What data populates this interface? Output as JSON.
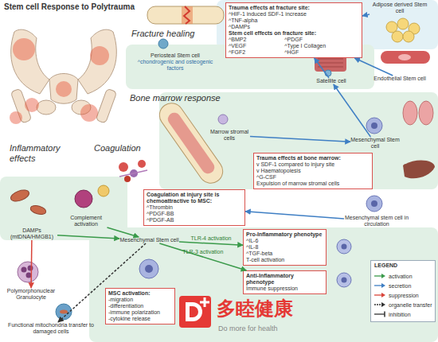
{
  "diagram": {
    "title": "Stem cell Response to Polytrauma",
    "nodes": [
      {
        "text": [
          "Trauma effects at fracture site:",
          "^HIF-1 induced SDF-1 increase",
          "^TNF-alpha",
          "^DAMPs",
          "Stem cell effects on fracture site:",
          "^BMP2",
          "^PDGF",
          "^VEGF",
          "^Type I Collagen",
          "^FGF2",
          "^HGF"
        ]
      },
      {
        "text": [
          "Adipose derived Stem cell"
        ]
      },
      {
        "text": [
          "Endothelial Stem cell"
        ]
      },
      {
        "text": [
          "Satellite cell"
        ]
      },
      {
        "text": [
          "Periosteal Stem cell",
          "^chondrogenic and osteogenic factors"
        ]
      },
      {
        "text": [
          "Marrow stromal cells"
        ]
      },
      {
        "text": [
          "Mesenchymal Stem cell"
        ]
      },
      {
        "text": [
          "Trauma effects at bone marrow:",
          "v SDF-1 compared to injury site",
          "v Haematopoiesis",
          "^G-CSF",
          "Expulsion of marrow stromal cells"
        ]
      },
      {
        "text": [
          "Coagulation at injury site is chemoattractive to MSC:",
          "^Thrombin",
          "^PDGF-BB",
          "^PDGF-AB"
        ]
      },
      {
        "text": [
          "Mesenchymal stem cell in circulation"
        ]
      },
      {
        "text": [
          "DAMPs (mtDNA/HMGB1)"
        ]
      },
      {
        "text": [
          "Complement activation"
        ]
      },
      {
        "text": [
          "Polymorphonuclear Granulocyte"
        ]
      },
      {
        "text": [
          "Mesenchymal Stem cell"
        ]
      },
      {
        "text": [
          "MSC activation:",
          "-migration",
          "-differentiation",
          "-immune polarization",
          "-cytokine release"
        ]
      },
      {
        "text": [
          "Functional mitochondria transfer to damaged cells"
        ]
      },
      {
        "text": [
          "Pro-Inflammatory phenotype",
          "^IL-6",
          "^IL-8",
          "^TGF-beta",
          "T-cell activation"
        ]
      },
      {
        "text": [
          "Anti-Inflammatory phenotype",
          "Immune suppression"
        ]
      }
    ],
    "edges": [
      {
        "from": 1,
        "to": 0,
        "arrow": "to"
      },
      {
        "from": 2,
        "to": 0,
        "arrow": "to"
      },
      {
        "from": 3,
        "to": 0,
        "arrow": "to"
      },
      {
        "from": 6,
        "to": 3,
        "arrow": "to"
      },
      {
        "from": 5,
        "to": 6,
        "arrow": "to"
      },
      {
        "from": 9,
        "to": 8,
        "arrow": "to"
      },
      {
        "from": 10,
        "to": 12,
        "arrow": "to"
      },
      {
        "from": 10,
        "to": 13,
        "arrow": "to"
      },
      {
        "from": 11,
        "to": 13,
        "arrow": "to"
      },
      {
        "from": 13,
        "to": 15,
        "arrow": "to"
      },
      {
        "from": 13,
        "to": 16,
        "label": "TLR-4 activation",
        "arrow": "to"
      },
      {
        "from": 13,
        "to": 17,
        "label": "TLR-3 activation",
        "arrow": "to"
      }
    ],
    "labels": [
      "Fracture healing",
      "Bone marrow response",
      "Coagulation",
      "Inflammatory effects",
      "LEGEND",
      "多睦健康",
      "Do more for health"
    ],
    "legend": [
      {
        "text": "activation"
      },
      {
        "text": "secretion"
      },
      {
        "text": "suppression"
      },
      {
        "text": "organelle transfer"
      },
      {
        "text": "inhibition"
      }
    ]
  }
}
